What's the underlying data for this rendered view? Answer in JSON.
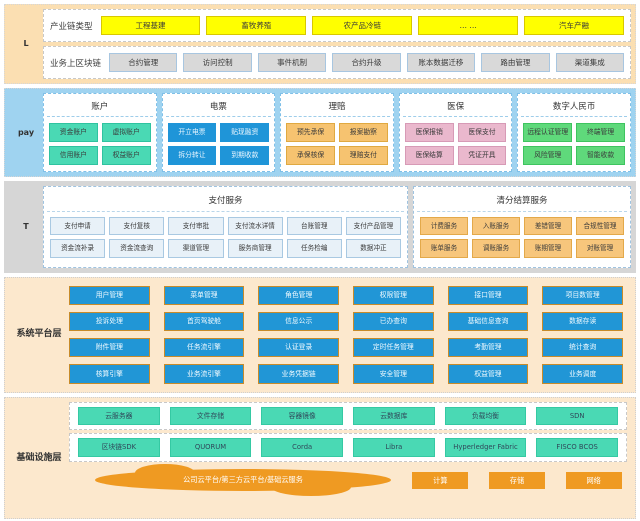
{
  "bands": {
    "business": {
      "side_label": "L",
      "rows": [
        {
          "title": "产业链类型",
          "style": "yellow",
          "items": [
            "工程基建",
            "畜牧养殖",
            "农产品冷链",
            "… …",
            "汽车产融"
          ]
        },
        {
          "title": "业务上区块链",
          "style": "grey",
          "items": [
            "合约管理",
            "访问控制",
            "事件机制",
            "合约升级",
            "账本数据迁移",
            "路由管理",
            "渠道集成"
          ]
        }
      ]
    },
    "pay": {
      "side_label": "pay",
      "columns": [
        {
          "title": "账户",
          "color": "teal",
          "items": [
            "资金账户",
            "虚拟账户",
            "信用账户",
            "权益账户"
          ]
        },
        {
          "title": "电票",
          "color": "blue",
          "items": [
            "开立电票",
            "贴现融资",
            "拆分转让",
            "到期收款"
          ]
        },
        {
          "title": "理赔",
          "color": "orange",
          "items": [
            "预先承保",
            "报案勘察",
            "承保核保",
            "理赔支付"
          ]
        },
        {
          "title": "医保",
          "color": "pink",
          "items": [
            "医保报销",
            "医保支付",
            "医保结算",
            "凭证开具"
          ]
        },
        {
          "title": "数字人民币",
          "color": "green",
          "items": [
            "远程认证管理",
            "终端管理",
            "风险管理",
            "智能收款"
          ]
        }
      ]
    },
    "tservice": {
      "side_label": "T",
      "groups": [
        {
          "title": "支付服务",
          "color": "lblue",
          "cols": 6,
          "items": [
            "支付申请",
            "支付复核",
            "支付审批",
            "支付流水详情",
            "台账管理",
            "支付产品管理",
            "资金流补录",
            "资金流查询",
            "渠道管理",
            "服务商管理",
            "任务检编",
            "数据冲正"
          ]
        },
        {
          "title": "清分结算服务",
          "color": "lorange",
          "cols": 4,
          "items": [
            "计费服务",
            "入账服务",
            "差错管理",
            "合规性管理",
            "账单服务",
            "调账服务",
            "账期管理",
            "对账管理"
          ]
        }
      ]
    },
    "platform": {
      "side_label": "系统平台层",
      "items": [
        "用户管理",
        "菜单管理",
        "角色管理",
        "权限管理",
        "接口管理",
        "项目数管理",
        "投诉处理",
        "首页驾驶舱",
        "信息公示",
        "已办查询",
        "基础信息查询",
        "数据存读",
        "附件管理",
        "任务流引擎",
        "认证登录",
        "定时任务管理",
        "考勤管理",
        "统计查询",
        "核算引擎",
        "业务流引擎",
        "业务凭据链",
        "安全管理",
        "权益管理",
        "业务调度"
      ]
    },
    "infrastructure": {
      "side_label": "基础设施层",
      "cloud_services": [
        "云服务器",
        "文件存储",
        "容器镜像",
        "云数据库",
        "负载均衡",
        "SDN"
      ],
      "chain_platforms": [
        "区块链SDK",
        "QUORUM",
        "Corda",
        "Libra",
        "Hyperledger Fabric",
        "FISCO BCOS"
      ],
      "cloud_label": "公司云平台/第三方云平台/基础云服务",
      "resources": [
        "计算",
        "存储",
        "网络"
      ]
    }
  },
  "colors": {
    "business_band": "#fbdfb2",
    "pay_band": "#9fd3f0",
    "t_band": "#d6d6d6",
    "platform_band": "#fce8cd",
    "infra_band": "#fce8cd",
    "yellow_chip": "#ffff00",
    "teal_chip": "#4ad9b4",
    "blue_chip": "#1f95d8",
    "orange_chip": "#f6c370",
    "pink_chip": "#eab8cd",
    "green_chip": "#5fd97b",
    "platform_chip": "#2196d6",
    "resource_chip": "#ef9a22"
  }
}
